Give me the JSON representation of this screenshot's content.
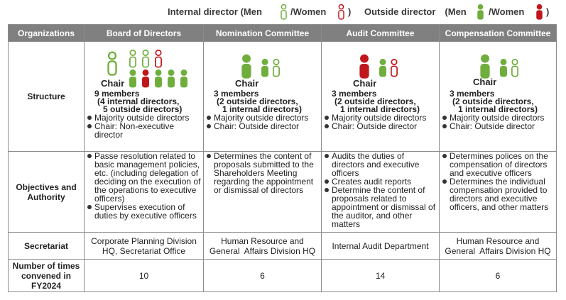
{
  "colors": {
    "outside_green": "#6fae3c",
    "internal_green_outline": "#6fae3c",
    "women_red": "#c0171d",
    "header_gray": "#808080",
    "border_gray": "#8c8c8c"
  },
  "legend": {
    "internal_label": "Internal director (Men",
    "internal_women": "/Women",
    "internal_close": ")",
    "outside_label": "Outside director　(Men",
    "outside_women": "/Women",
    "outside_close": ")",
    "icons": [
      "person-outline-green-icon",
      "person-outline-red-icon",
      "person-solid-green-icon",
      "person-solid-red-icon"
    ]
  },
  "table": {
    "headers": [
      "Organizations",
      "Board of Directors",
      "Nomination Committee",
      "Audit Committee",
      "Compensation Committee"
    ],
    "row_labels": {
      "structure": "Structure",
      "objectives_line1": "Objectives and",
      "objectives_line2": "Authority",
      "secretariat": "Secretariat",
      "times_line1": "Number of times",
      "times_line2": "convened in",
      "times_line3": "FY2024"
    },
    "board": {
      "chair_label": "Chair",
      "members": [
        "9 members",
        "(4 internal directors,",
        "5 outside directors)"
      ],
      "structure_bullets": [
        "Majority outside directors",
        "Chair: Non-executive director"
      ],
      "objectives": [
        "Passe resolution related to basic management policies, etc. (including delegation of deciding on the execution of the operations to executive officers)",
        "Supervises execution of duties by executive officers"
      ],
      "secretariat": [
        "Corporate Planning Division",
        "HQ, Secretariat Office"
      ],
      "times": "10"
    },
    "nomination": {
      "chair_label": "Chair",
      "members": [
        "3 members",
        "(2 outside directors,",
        "1 internal directors)"
      ],
      "structure_bullets": [
        "Majority outside directors",
        "Chair: Outside director"
      ],
      "objectives": [
        "Determines the content of proposals submitted to the Shareholders Meeting regarding the appointment or dismissal of directors"
      ],
      "secretariat": [
        "Human Resource and",
        "General  Affairs Division HQ"
      ],
      "times": "6"
    },
    "audit": {
      "chair_label": "Chair",
      "members": [
        "3 members",
        "(2 outside directors,",
        "1 internal directors)"
      ],
      "structure_bullets": [
        "Majority outside directors",
        "Chair: Outside director"
      ],
      "objectives": [
        "Audits the duties of directors and executive officers",
        "Creates audit reports",
        "Determine the content of proposals related to appointment or dismissal of the auditor, and other matters"
      ],
      "secretariat": [
        "Internal Audit Department"
      ],
      "times": "14"
    },
    "compensation": {
      "chair_label": "Chair",
      "members": [
        "3 members",
        "(2 outside directors,",
        "1 internal directors)"
      ],
      "structure_bullets": [
        "Majority outside directors",
        "Chair: Outside director"
      ],
      "objectives": [
        "Determines polices on the compensation of directors and executive officers",
        "Determines the individual compensation provided to directors and executive officers, and other matters"
      ],
      "secretariat": [
        "Human Resource and",
        "General  Affairs Division HQ"
      ],
      "times": "6"
    }
  }
}
